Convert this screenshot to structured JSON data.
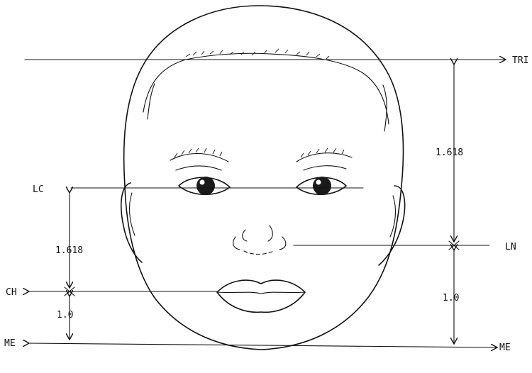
{
  "labels": {
    "trichion": "TRI",
    "lateral_canthus": "LC",
    "lateral_nasal": "LN",
    "cheilion": "CH",
    "menton_left": "ME",
    "menton_right": "ME"
  },
  "ratios": {
    "upper_right": "1.618",
    "lower_right": "1.0",
    "upper_left": "1.618",
    "lower_left": "1.0"
  }
}
